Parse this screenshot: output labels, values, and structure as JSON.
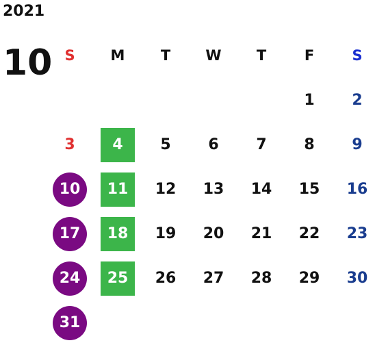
{
  "year": "2021",
  "month": "10",
  "weekdays": [
    "S",
    "M",
    "T",
    "W",
    "T",
    "F",
    "S"
  ],
  "colors": {
    "sunday": "#e03030",
    "saturday": "#1a3d8f",
    "holiday_circle": "#7a0a82",
    "highlight_square": "#3cb54a"
  },
  "weeks": [
    [
      "",
      "",
      "",
      "",
      "",
      "1",
      "2"
    ],
    [
      "3",
      "4",
      "5",
      "6",
      "7",
      "8",
      "9"
    ],
    [
      "10",
      "11",
      "12",
      "13",
      "14",
      "15",
      "16"
    ],
    [
      "17",
      "18",
      "19",
      "20",
      "21",
      "22",
      "23"
    ],
    [
      "24",
      "25",
      "26",
      "27",
      "28",
      "29",
      "30"
    ],
    [
      "31",
      "",
      "",
      "",
      "",
      "",
      ""
    ]
  ],
  "highlighted_green": [
    "4",
    "11",
    "18",
    "25"
  ],
  "highlighted_purple": [
    "10",
    "17",
    "24",
    "31"
  ]
}
